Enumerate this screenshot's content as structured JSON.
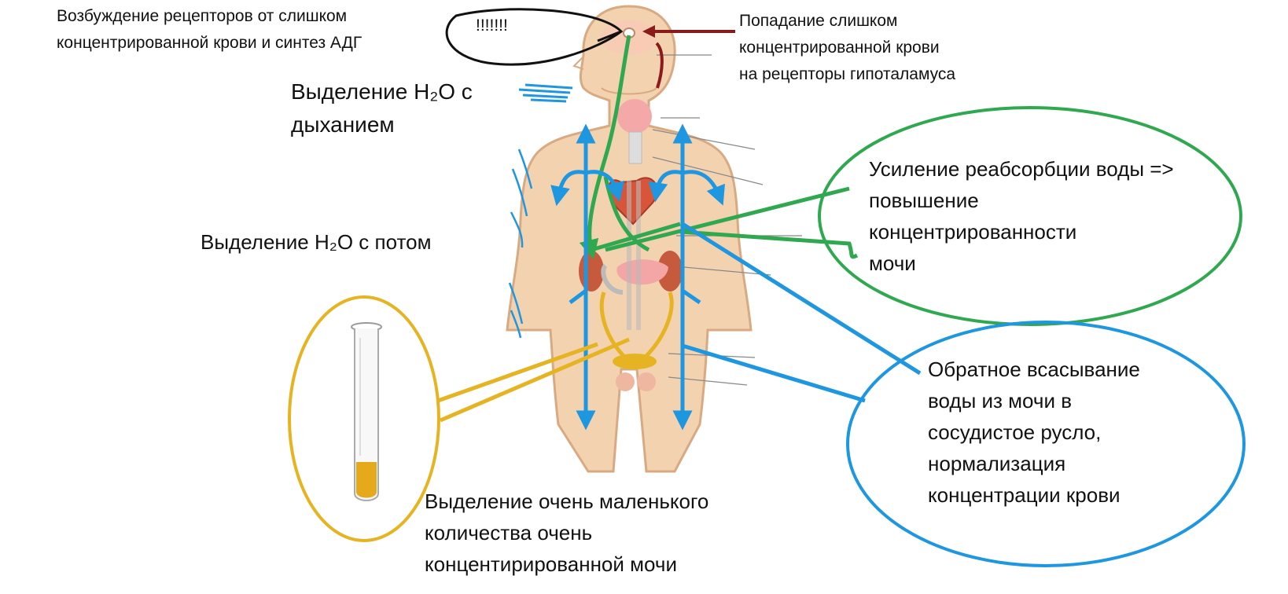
{
  "labels": {
    "receptor_excitation": "Возбуждение рецепторов от слишком\nконцентрированной крови и синтез АДГ",
    "exclamation": "!!!!!!!",
    "blood_arrival": "Попадание слишком\nконцентрированной крови\nна рецепторы гипоталамуса",
    "breath_water": "Выделение H₂O с\nдыханием",
    "sweat_water": "Выделение H₂O с потом",
    "reabsorption": "Усиление реабсорбции воды =>\nповышение\nконцентрированности\nмочи",
    "back_absorption": "Обратное всасывание\nводы из мочи в\nсосудистое русло,\nнормализация\nконцентрации крови",
    "small_urine": "Выделение очень маленького\nколичества очень\nконцентирированной мочи"
  },
  "colors": {
    "green": "#2fa84f",
    "blue": "#1e96e0",
    "yellow": "#e6b422",
    "dark_red": "#8b1a1a",
    "skin": "#f3d2b0",
    "skin_outline": "#d9aa82"
  }
}
